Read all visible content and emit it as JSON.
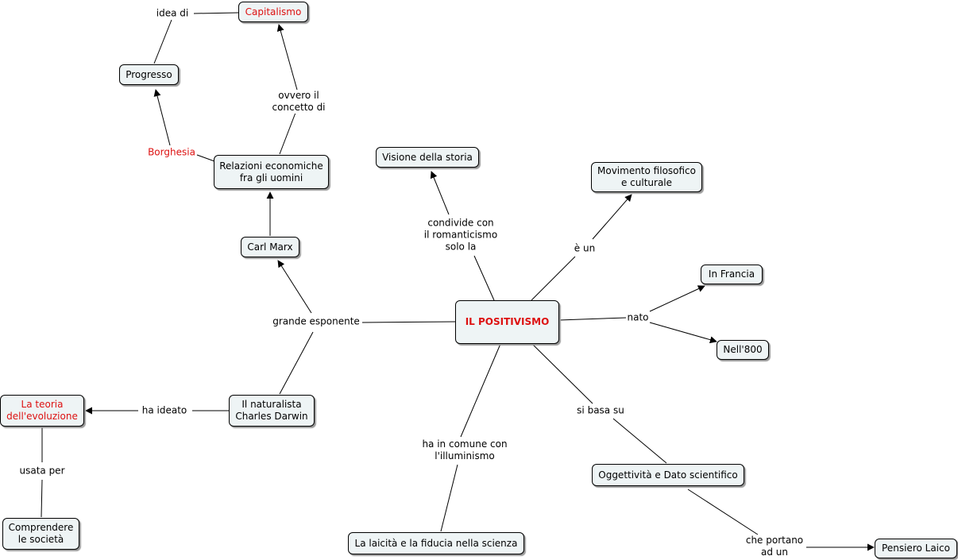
{
  "nodes": {
    "capitalismo": "Capitalismo",
    "progresso": "Progresso",
    "relazioni": "Relazioni economiche\nfra gli uomini",
    "carl_marx": "Carl Marx",
    "visione": "Visione della storia",
    "movimento": "Movimento filosofico\ne culturale",
    "in_francia": "In Francia",
    "nell800": "Nell'800",
    "positivismo": "IL POSITIVISMO",
    "teoria": "La teoria\ndell'evoluzione",
    "darwin": "Il naturalista\nCharles Darwin",
    "comprendere": "Comprendere\nle società",
    "oggettivita": "Oggettività e Dato scientifico",
    "laicita": "La laicità e la fiducia nella scienza",
    "pensiero": "Pensiero Laico"
  },
  "links": {
    "idea_di": "idea di",
    "ovvero": "ovvero il\nconcetto di",
    "borghesia": "Borghesia",
    "condivide": "condivide con\nil romanticismo\nsolo la",
    "e_un": "è un",
    "nato": "nato",
    "grande_esponente": "grande esponente",
    "ha_ideato": "ha ideato",
    "usata_per": "usata per",
    "si_basa_su": "si basa su",
    "ha_in_comune": "ha in comune con\nl'illuminismo",
    "che_portano": "che portano\nad un"
  },
  "colors": {
    "node_fill": "#eef4f5",
    "red_text": "#dd1111",
    "line": "#000000"
  }
}
